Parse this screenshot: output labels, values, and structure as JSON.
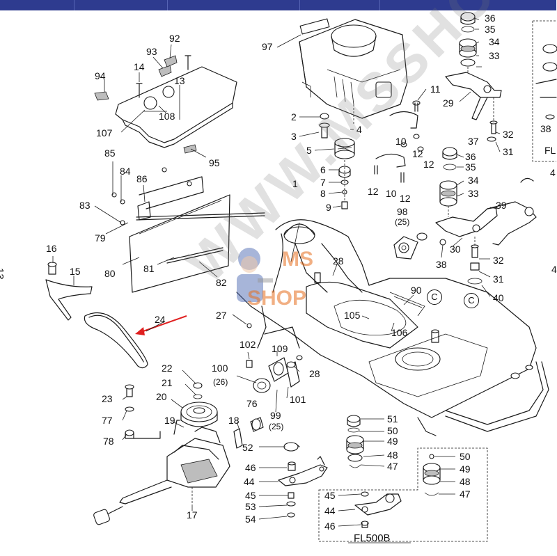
{
  "page": {
    "number_label": "-13-"
  },
  "callouts": {
    "top_right_assembly": [
      "36",
      "35",
      "34",
      "33",
      "29",
      "32",
      "31"
    ],
    "mid_right_assembly": [
      "37",
      "36",
      "35",
      "34",
      "33",
      "39",
      "30",
      "38",
      "32",
      "31",
      "40"
    ],
    "engine": [
      "97",
      "11",
      "2",
      "3",
      "4",
      "5",
      "6",
      "7",
      "8",
      "9",
      "10",
      "12",
      "98",
      "(25)"
    ],
    "cover": [
      "94",
      "93",
      "92",
      "14",
      "13",
      "108",
      "107",
      "95"
    ],
    "panel": [
      "85",
      "84",
      "86",
      "83",
      "79",
      "80",
      "81",
      "82"
    ],
    "belt": [
      "16",
      "15",
      "24"
    ],
    "frame": [
      "1",
      "28",
      "90",
      "105",
      "106",
      "27",
      "102",
      "109",
      "100",
      "(26)",
      "28",
      "101",
      "99",
      "(25)",
      "76",
      "18"
    ],
    "transmission": [
      "22",
      "21",
      "23",
      "20",
      "77",
      "19",
      "78",
      "17"
    ],
    "linkage": [
      "52",
      "46",
      "44",
      "45",
      "53",
      "54",
      "51",
      "50",
      "49",
      "48",
      "47"
    ],
    "inset_fl500b": [
      "50",
      "49",
      "48",
      "47",
      "45",
      "44",
      "46"
    ],
    "right_edge_partial": [
      "38",
      "FL",
      "4",
      "4"
    ]
  },
  "reference_marker": "C",
  "inset_title": "FL500B",
  "watermark": {
    "text": "WWW.MSSHOP",
    "logo_text_top": "MS",
    "logo_text_bottom": "SHOP"
  },
  "colors": {
    "topbar": "#2e3b8f",
    "arrow": "#e02020",
    "logo": "#e8702a",
    "ink": "#1a1a1a"
  }
}
